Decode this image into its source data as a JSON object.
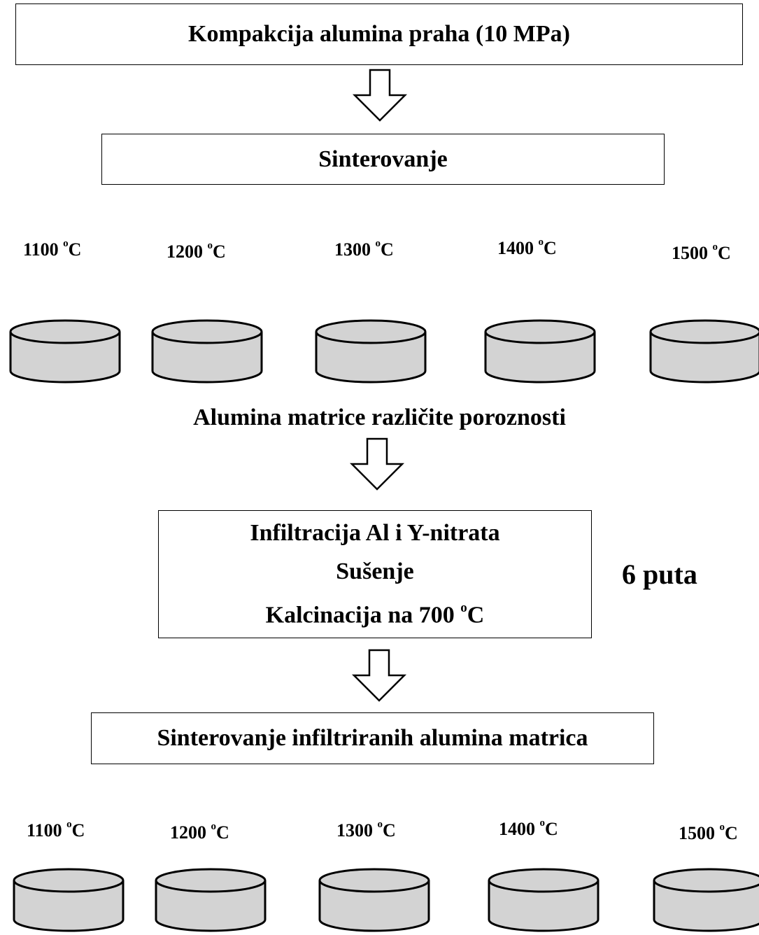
{
  "steps": {
    "compaction": "Kompakcija alumina praha (10 MPa)",
    "sintering": "Sinterovanje",
    "matrices_label": "Alumina matrice različite poroznosti",
    "infiltration_line1": "Infiltracija Al i Y-nitrata",
    "infiltration_line2": "Sušenje",
    "infiltration_line3_pre": "Kalcinacija na 700 ",
    "repeat": "6 puta",
    "final_sintering": "Sinterovanje infiltriranih alumina matrica"
  },
  "temperatures_row1": [
    "1100",
    "1200",
    "1300",
    "1400",
    "1500"
  ],
  "temperatures_row2": [
    "1100",
    "1200",
    "1300",
    "1400",
    "1500"
  ],
  "unit_sup": "o",
  "unit": "C",
  "colors": {
    "pellet_fill": "#d3d3d3",
    "stroke": "#000000"
  }
}
